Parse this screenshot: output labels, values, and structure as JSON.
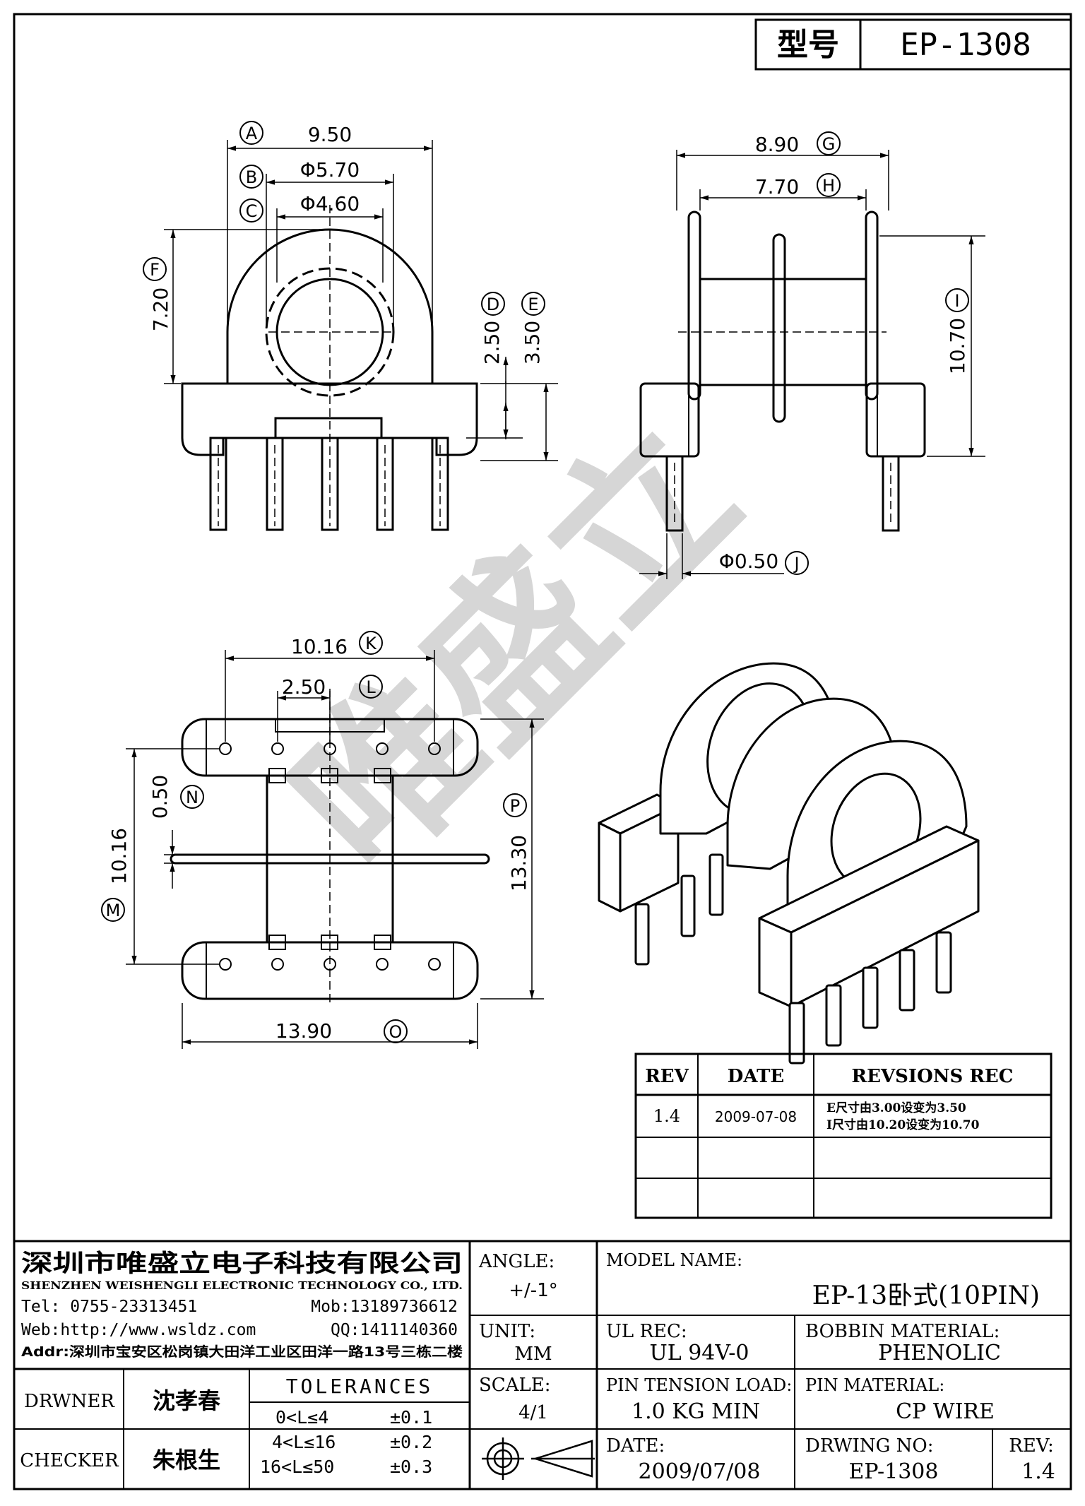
{
  "header": {
    "type_label": "型号",
    "type_value": "EP-1308"
  },
  "watermark": "唯盛立",
  "dims": {
    "A": "9.50",
    "B": "Φ5.70",
    "C": "Φ4.60",
    "D": "2.50",
    "E": "3.50",
    "F": "7.20",
    "G": "8.90",
    "H": "7.70",
    "I": "10.70",
    "J": "Φ0.50",
    "K": "10.16",
    "L": "2.50",
    "M": "10.16",
    "N": "0.50",
    "O": "13.90",
    "P": "13.30"
  },
  "revision": {
    "headers": [
      "REV",
      "DATE",
      "REVSIONS REC"
    ],
    "rows": [
      {
        "rev": "1.4",
        "date": "2009-07-08",
        "rec": [
          "E尺寸由3.00设变为3.50",
          "I尺寸由10.20设变为10.70"
        ]
      },
      {
        "rev": "",
        "date": "",
        "rec": [
          "",
          ""
        ]
      },
      {
        "rev": "",
        "date": "",
        "rec": [
          "",
          ""
        ]
      }
    ]
  },
  "company": {
    "name_cn": "深圳市唯盛立电子科技有限公司",
    "name_en": "SHENZHEN WEISHENGLI ELECTRONIC TECHNOLOGY CO., LTD.",
    "tel": "Tel: 0755-23313451",
    "mob": "Mob:13189736612",
    "web": "Web:http://www.wsldz.com",
    "qq": "QQ:1411140360",
    "addr": "Addr:深圳市宝安区松岗镇大田洋工业区田洋一路13号三栋二楼"
  },
  "titleblock": {
    "angle_label": "ANGLE:",
    "angle_value": "+/-1°",
    "model_label": "MODEL NAME:",
    "model_value": "EP-13卧式(10PIN)",
    "unit_label": "UNIT:",
    "unit_value": "MM",
    "ul_label": "UL REC:",
    "ul_value": "UL 94V-0",
    "bobbin_label": "BOBBIN MATERIAL:",
    "bobbin_value": "PHENOLIC",
    "drawer_label": "DRWNER",
    "drawer_value": "沈孝春",
    "checker_label": "CHECKER",
    "checker_value": "朱根生",
    "tolerances_label": "TOLERANCES",
    "tolerances": [
      {
        "range": "0<L≤4",
        "tol": "±0.1"
      },
      {
        "range": "4<L≤16",
        "tol": "±0.2"
      },
      {
        "range": "16<L≤50",
        "tol": "±0.3"
      }
    ],
    "scale_label": "SCALE:",
    "scale_value": "4/1",
    "pin_tension_label": "PIN TENSION LOAD:",
    "pin_tension_value": "1.0 KG MIN",
    "pin_material_label": "PIN MATERIAL:",
    "pin_material_value": "CP WIRE",
    "date_label": "DATE:",
    "date_value": "2009/07/08",
    "drawing_no_label": "DRWING NO:",
    "drawing_no_value": "EP-1308",
    "rev_label": "REV:",
    "rev_value": "1.4"
  }
}
